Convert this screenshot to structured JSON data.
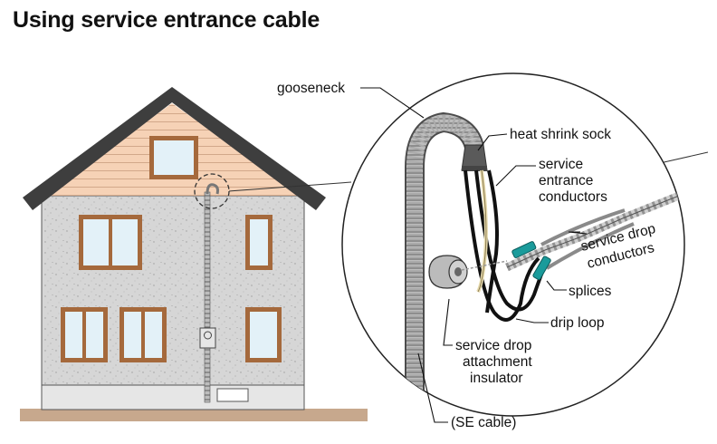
{
  "title": "Using service entrance cable",
  "labels": {
    "gooseneck": "gooseneck",
    "heat_shrink_sock": "heat shrink sock",
    "sec_line1": "service",
    "sec_line2": "entrance",
    "sec_line3": "conductors",
    "sdc_line1": "service drop",
    "sdc_line2": "conductors",
    "splices": "splices",
    "drip_loop": "drip loop",
    "insulator_line1": "service drop",
    "insulator_line2": "attachment",
    "insulator_line3": "insulator",
    "se_cable": "(SE cable)"
  },
  "colors": {
    "siding": "#f7d3b8",
    "stucco": "#d5d5d5",
    "roof": "#3f3f3f",
    "window_frame": "#a5693c",
    "glass": "#e3f1f8",
    "ground": "#c7a88d",
    "splice": "#1a9b9b"
  }
}
